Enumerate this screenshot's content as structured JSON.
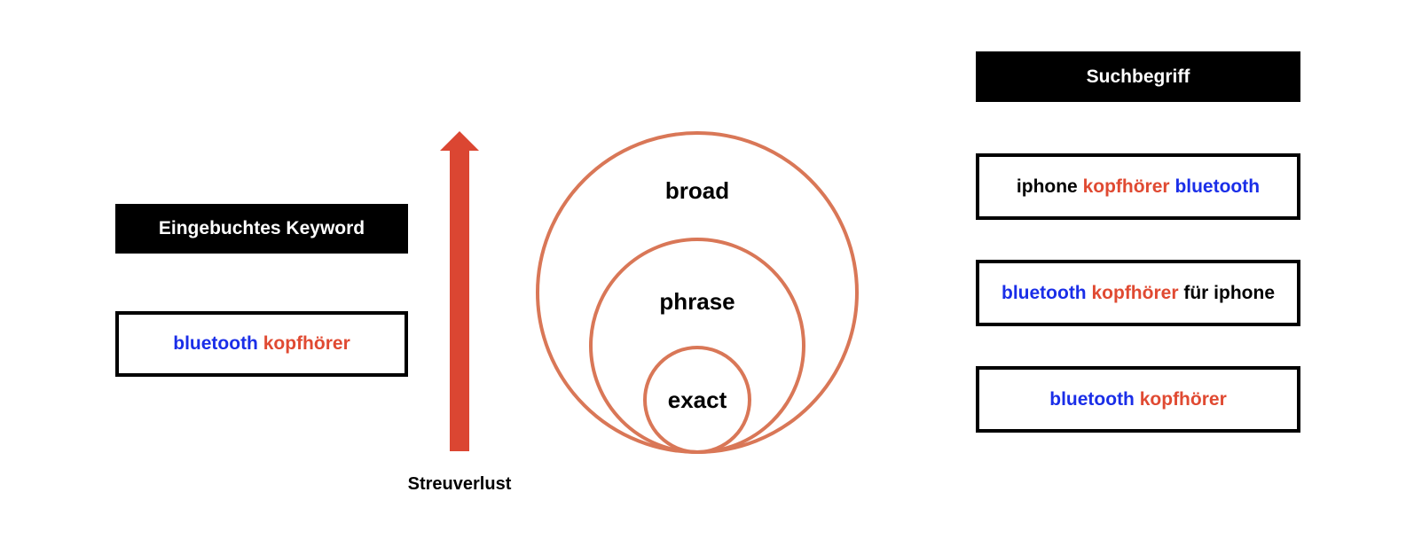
{
  "colors": {
    "blue": "#1a2ee8",
    "red": "#e04a32",
    "black": "#000000",
    "circle": "#d97757",
    "arrow": "#db4632"
  },
  "left_panel": {
    "header": "Eingebuchtes Keyword",
    "term": [
      {
        "text": "bluetooth",
        "color": "blue"
      },
      {
        "text": " ",
        "color": "black"
      },
      {
        "text": "kopfhörer",
        "color": "red"
      }
    ]
  },
  "arrow": {
    "label": "Streuverlust"
  },
  "circles": {
    "broad": "broad",
    "phrase": "phrase",
    "exact": "exact"
  },
  "right_panel": {
    "header": "Suchbegriff",
    "terms": [
      [
        {
          "text": "iphone",
          "color": "black"
        },
        {
          "text": " ",
          "color": "black"
        },
        {
          "text": "kopfhörer",
          "color": "red"
        },
        {
          "text": " ",
          "color": "black"
        },
        {
          "text": "bluetooth",
          "color": "blue"
        }
      ],
      [
        {
          "text": "bluetooth",
          "color": "blue"
        },
        {
          "text": " ",
          "color": "black"
        },
        {
          "text": "kopfhörer",
          "color": "red"
        },
        {
          "text": " ",
          "color": "black"
        },
        {
          "text": "für iphone",
          "color": "black"
        }
      ],
      [
        {
          "text": "bluetooth",
          "color": "blue"
        },
        {
          "text": " ",
          "color": "black"
        },
        {
          "text": "kopfhörer",
          "color": "red"
        }
      ]
    ]
  }
}
